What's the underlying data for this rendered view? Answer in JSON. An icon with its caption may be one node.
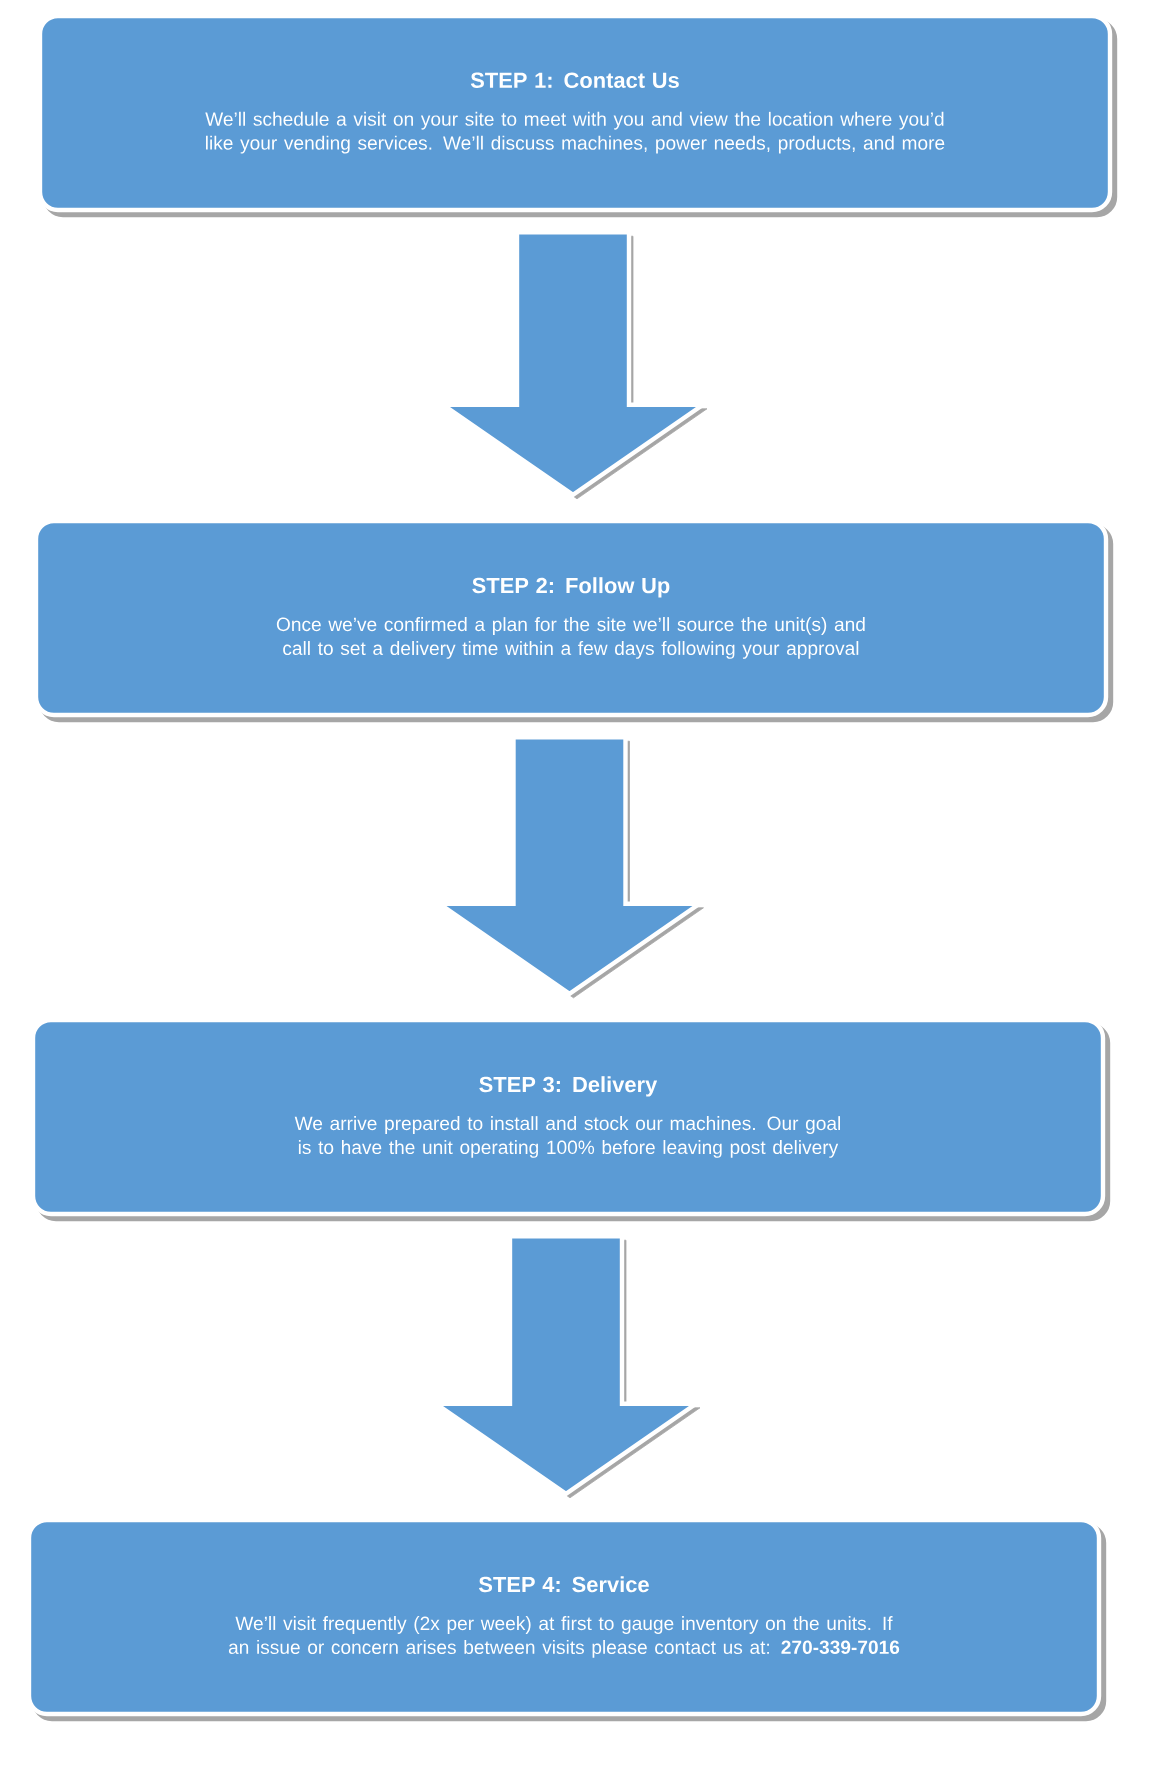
{
  "diagram": {
    "nodes": [
      {
        "text": [
          "STEP 1: Contact Us",
          "We’ll schedule a visit on your site to meet with you and view the location where you’d like your vending services. We’ll discuss machines, power needs, products, and more"
        ]
      },
      {
        "text": [
          "STEP 2: Follow Up",
          "Once we’ve confirmed a plan for the site we’ll source the unit(s) and call to set a delivery time within a few days following your approval"
        ]
      },
      {
        "text": [
          "STEP 3: Delivery",
          "We arrive prepared to install and stock our machines. Our goal is to have the unit operating 100% before leaving post delivery"
        ]
      },
      {
        "text": [
          "STEP 4: Service",
          "We’ll visit frequently (2x per week) at first to gauge inventory on the units. If an issue or concern arises between visits please contact us at: **270-339-7016**"
        ]
      }
    ],
    "edges": [
      {
        "from": 0,
        "to": 1,
        "arrow": "to"
      },
      {
        "from": 1,
        "to": 2,
        "arrow": "to"
      },
      {
        "from": 2,
        "to": 3,
        "arrow": "to"
      }
    ]
  }
}
